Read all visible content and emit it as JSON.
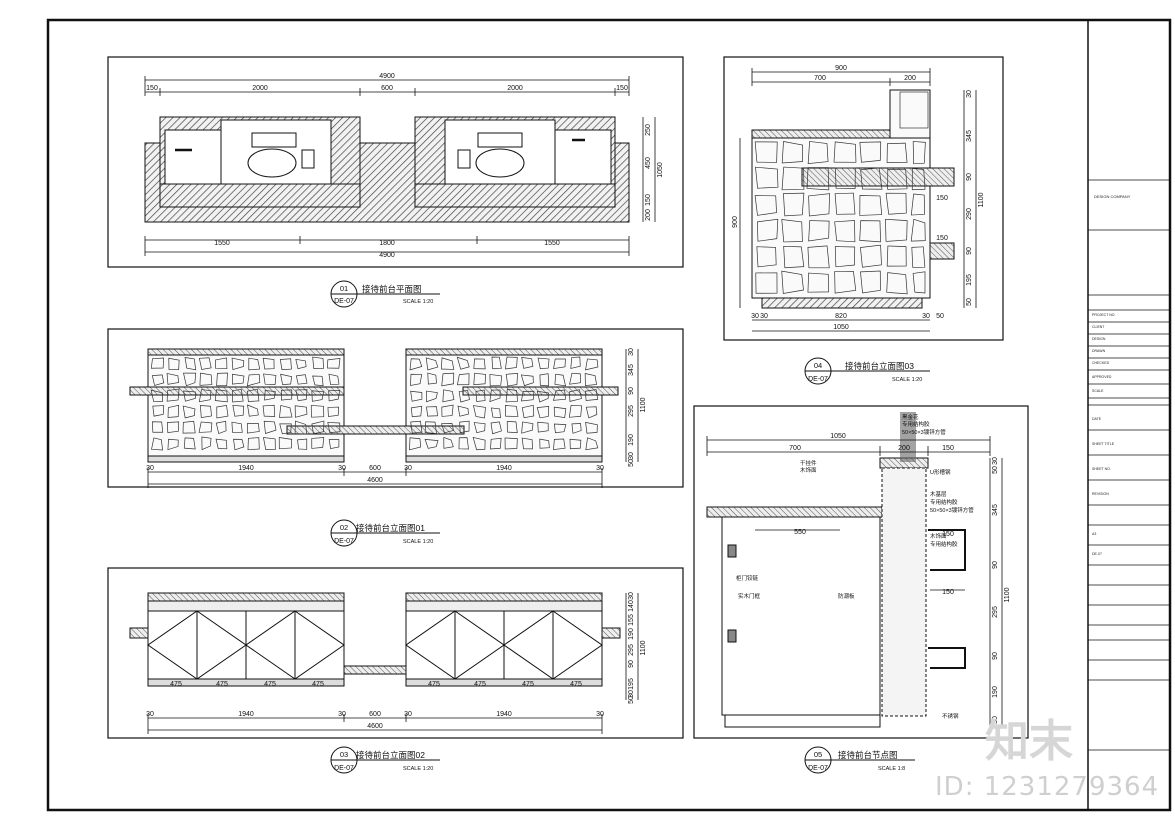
{
  "drawings": [
    {
      "number": "01",
      "sheet": "DE-07",
      "title": "接待前台平面图",
      "scale": "SCALE 1:20",
      "dims_top_total": "4900",
      "dims_top": [
        "150",
        "2000",
        "600",
        "2000",
        "150"
      ],
      "dims_bottom": [
        "1550",
        "1800",
        "1550"
      ],
      "dims_bottom_total": "4900",
      "dims_right": [
        "250",
        "450",
        "1050",
        "150",
        "200"
      ]
    },
    {
      "number": "02",
      "sheet": "DE-07",
      "title": "接待前台立面图01",
      "scale": "SCALE 1:20",
      "dims_bottom": [
        "30",
        "1940",
        "30",
        "600",
        "30",
        "1940",
        "30"
      ],
      "dims_bottom_total": "4600",
      "dims_right": [
        "30",
        "345",
        "90",
        "295",
        "1100",
        "190",
        "30",
        "50"
      ]
    },
    {
      "number": "03",
      "sheet": "DE-07",
      "title": "接待前台立面图02",
      "scale": "SCALE 1:20",
      "panel_widths": [
        "475",
        "475",
        "475",
        "475"
      ],
      "dims_bottom": [
        "30",
        "1940",
        "30",
        "600",
        "30",
        "1940",
        "30"
      ],
      "dims_bottom_total": "4600",
      "dims_right": [
        "30",
        "140",
        "155",
        "190",
        "295",
        "90",
        "1100",
        "195",
        "30",
        "50"
      ]
    },
    {
      "number": "04",
      "sheet": "DE-07",
      "title": "接待前台立面图03",
      "scale": "SCALE 1:20",
      "dims_top_total": "900",
      "dims_top": [
        "700",
        "200"
      ],
      "dims_left": "900",
      "dims_bottom": [
        "30",
        "30",
        "820",
        "30",
        "50"
      ],
      "dims_bottom_total": "1050",
      "dims_inner": [
        "150",
        "150"
      ],
      "dims_right": [
        "30",
        "345",
        "90",
        "290",
        "1100",
        "90",
        "195",
        "50"
      ]
    },
    {
      "number": "05",
      "sheet": "DE-07",
      "title": "接待前台节点图",
      "scale": "SCALE 1:8",
      "dims_top_total": "1050",
      "dims_top": [
        "700",
        "200",
        "150"
      ],
      "dims_inner": [
        "550",
        "150",
        "150"
      ],
      "dims_right": [
        "30",
        "50",
        "345",
        "90",
        "295",
        "1100",
        "90",
        "190",
        "50"
      ],
      "callouts": [
        "黑金花",
        "专用结构胶",
        "50×50×3镀锌方管",
        "U形槽钢",
        "木基层",
        "专用结构胶",
        "50×50×3镀锌方管",
        "木饰面",
        "专用结构胶",
        "柜门铰链",
        "实木门框",
        "防潮板",
        "干挂件",
        "木饰面",
        "不锈钢"
      ]
    }
  ],
  "title_block": {
    "company": "DESIGN COMPANY",
    "rows": [
      "PROJECT NO.",
      "CLIENT",
      "DESIGN",
      "DRAWN",
      "CHECKED",
      "APPROVED",
      "SCALE",
      "DATE",
      "SHEET TITLE",
      "SHEET NO.",
      "REVISION",
      "A3",
      "DE-07"
    ]
  },
  "watermark": {
    "logo": "知末",
    "id_text": "ID: 1231279364"
  },
  "colors": {
    "line": "#111111",
    "hatch": "#444444",
    "paper": "#ffffff"
  }
}
